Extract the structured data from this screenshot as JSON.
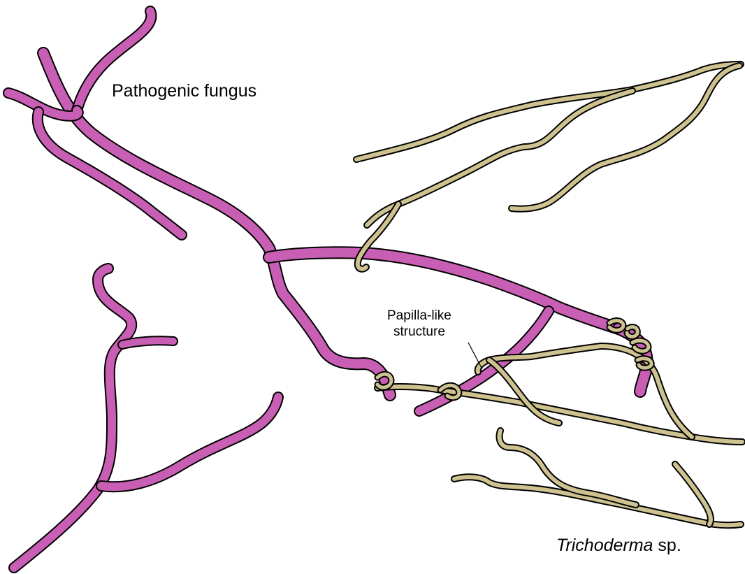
{
  "labels": {
    "pathogenic_fungus": "Pathogenic fungus",
    "papilla_line1": "Papilla-like",
    "papilla_line2": "structure",
    "trichoderma_genus": "Trichoderma",
    "trichoderma_suffix": " sp."
  },
  "colors": {
    "pathogen_fill": "#c85fb4",
    "trichoderma_fill": "#cdc290",
    "outline": "#000000",
    "background": "#ffffff"
  }
}
